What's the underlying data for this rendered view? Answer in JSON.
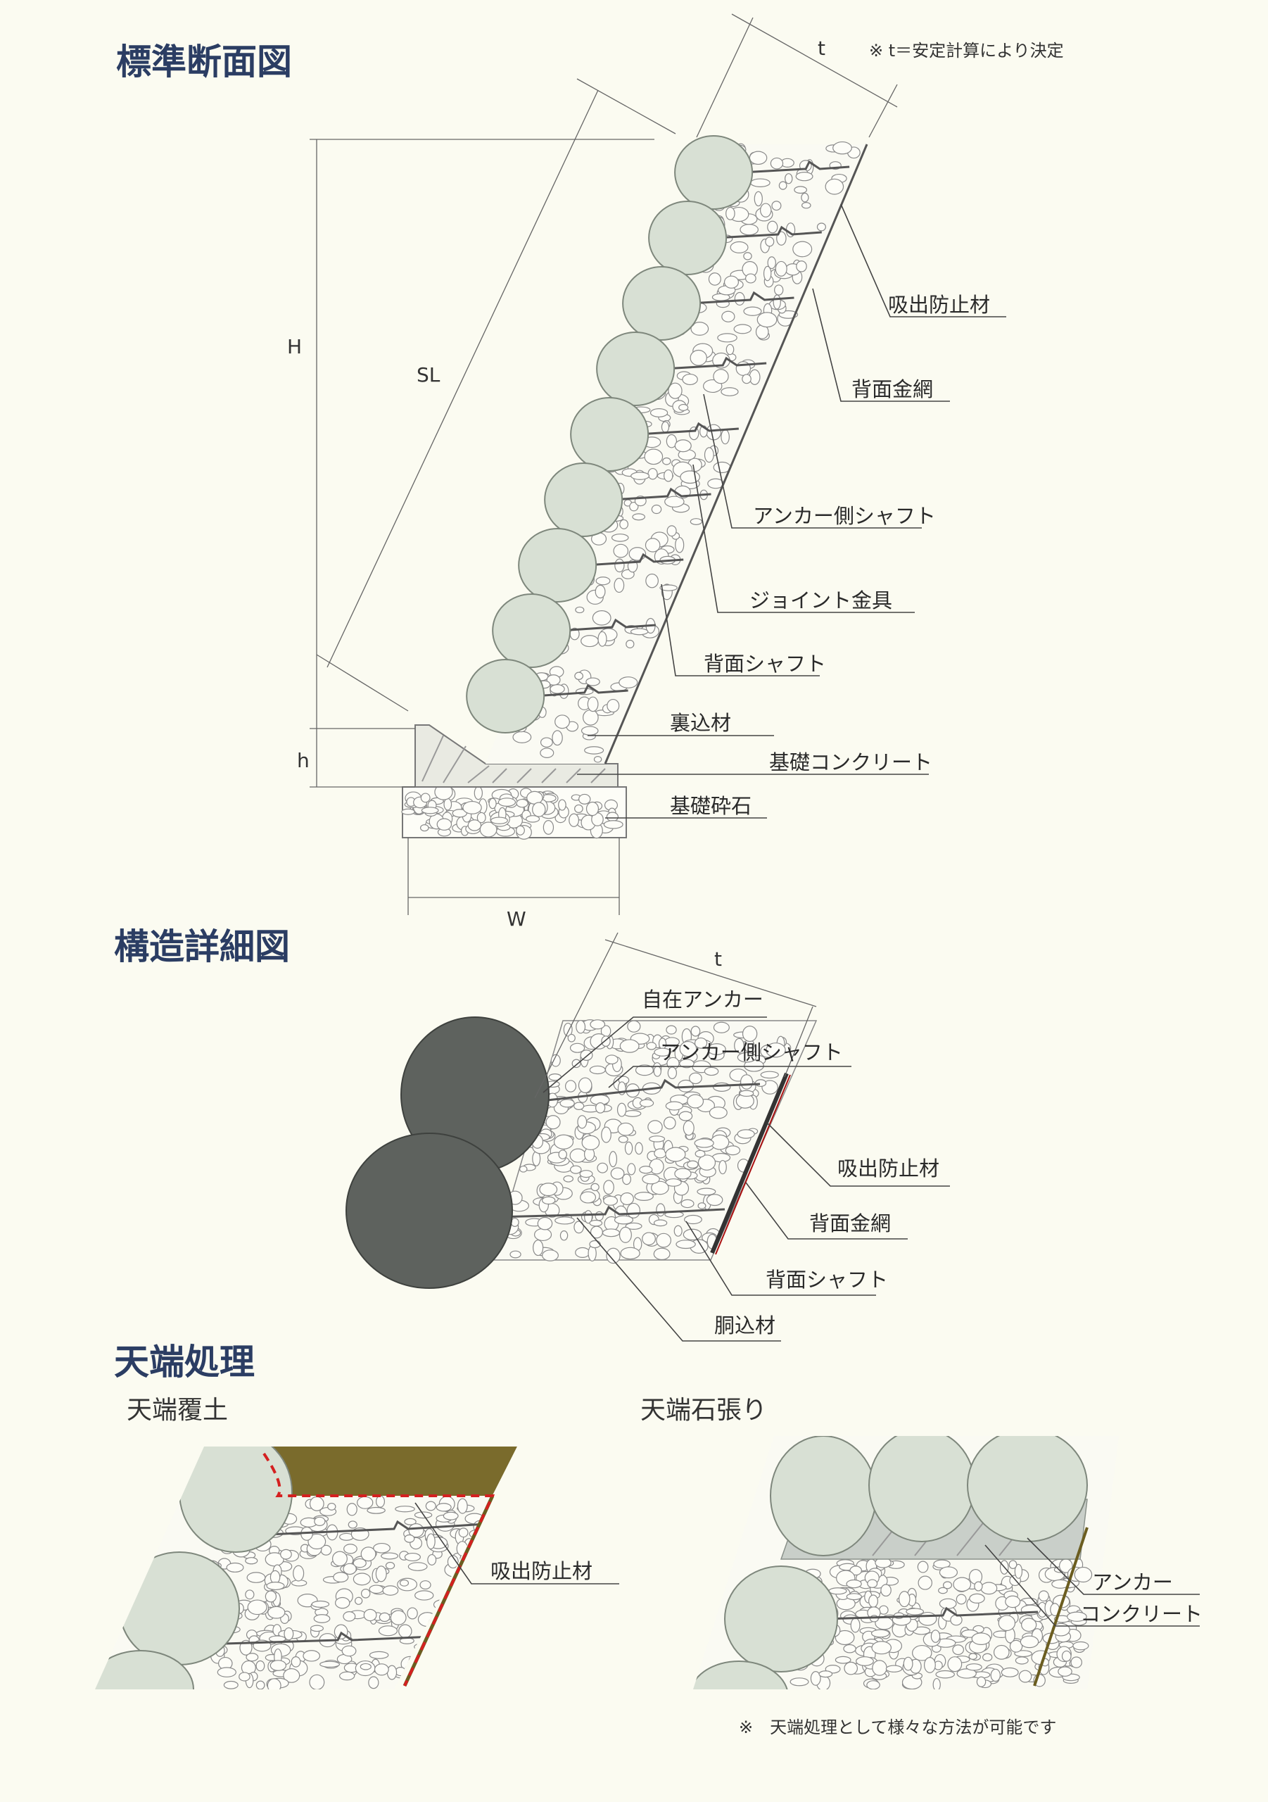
{
  "headings": {
    "standard_section": "標準断面図",
    "structure_detail": "構造詳細図",
    "top_treatment": "天端処理"
  },
  "notes": {
    "t_note": "※ t＝安定計算により決定",
    "bottom_note": "※　天端処理として様々な方法が可能です"
  },
  "dimensions": {
    "t": "t",
    "H": "H",
    "SL": "SL",
    "h": "h",
    "W": "W",
    "t_detail": "t"
  },
  "section_labels": {
    "suidashi": "吸出防止材",
    "haimen_kanaami": "背面金網",
    "anchor_shaft": "アンカー側シャフト",
    "joint": "ジョイント金具",
    "haimen_shaft": "背面シャフト",
    "uragome": "裏込材",
    "kiso_concrete": "基礎コンクリート",
    "kiso_saiseki": "基礎砕石"
  },
  "detail_labels": {
    "jizai_anchor": "自在アンカー",
    "anchor_shaft": "アンカー側シャフト",
    "suidashi": "吸出防止材",
    "haimen_kanaami": "背面金網",
    "haimen_shaft": "背面シャフト",
    "dogome": "胴込材"
  },
  "top_treatment": {
    "soil_cover_title": "天端覆土",
    "stone_title": "天端石張り",
    "soil_label": "吸出防止材",
    "anchor_label": "アンカー",
    "concrete_label": "コンクリート"
  },
  "colors": {
    "heading": "#2b3d63",
    "boulder_light": "#d8e0d4",
    "boulder_dark": "#5e625e",
    "soil_cover": "#7a6b2c",
    "filter_red": "#d42020",
    "concrete": "#c9cfc9"
  }
}
